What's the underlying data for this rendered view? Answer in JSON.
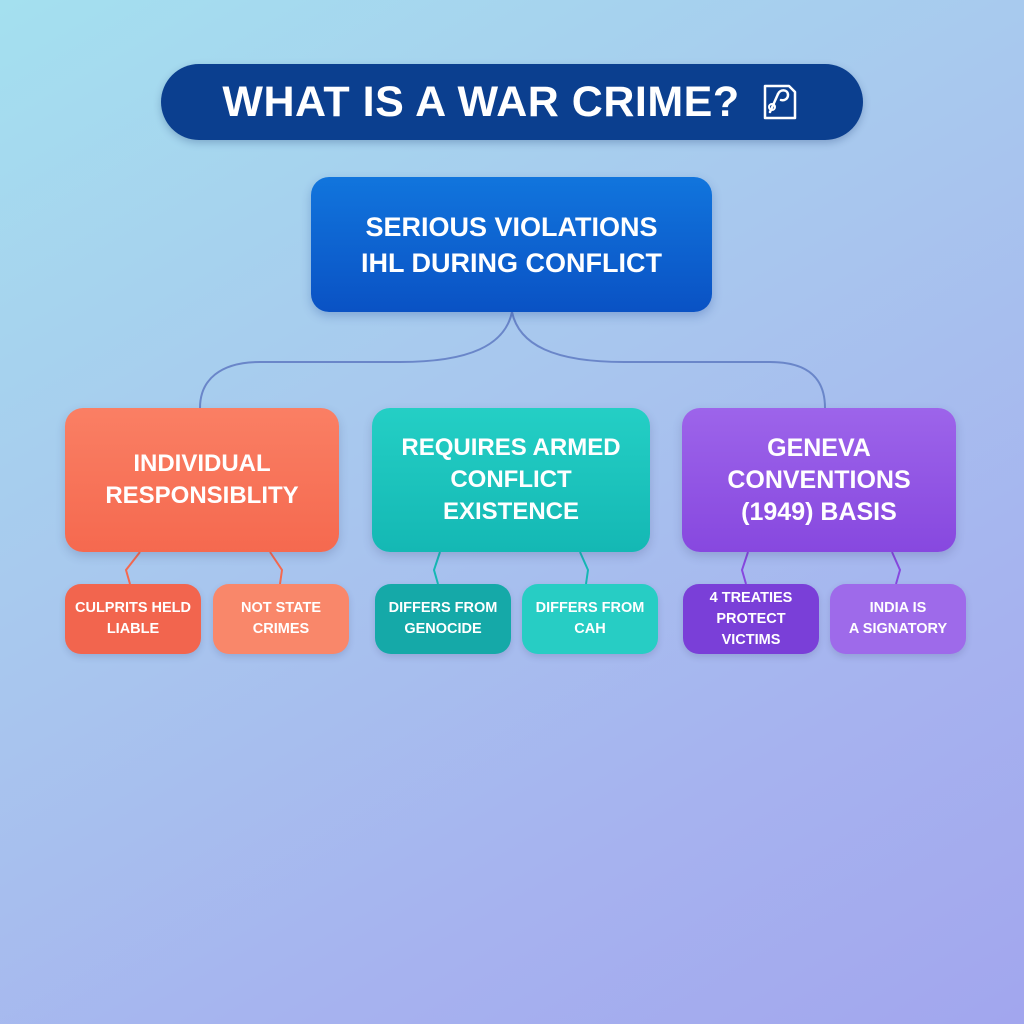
{
  "title": {
    "text": "WHAT IS A WAR CRIME?",
    "icon": "document-pen-icon"
  },
  "root": {
    "text": "SERIOUS VIOLATIONS\nIHL DURING CONFLICT"
  },
  "branches": [
    {
      "text": "INDIVIDUAL\nRESPONSIBLITY",
      "leaves": [
        "CULPRITS HELD\nLIABLE",
        "NOT STATE\nCRIMES"
      ]
    },
    {
      "text": "REQUIRES ARMED\nCONFLICT EXISTENCE",
      "leaves": [
        "DIFFERS FROM\nGENOCIDE",
        "DIFFERS FROM\nCAH"
      ]
    },
    {
      "text": "GENEVA\nCONVENTIONS\n(1949) BASIS",
      "leaves": [
        "4 TREATIES\nPROTECT VICTIMS",
        "INDIA IS\nA SIGNATORY"
      ]
    }
  ],
  "colors": {
    "title_bg": "#0b3f8f",
    "root_bg": "#0a52c4",
    "branch_1": "#f5694f",
    "branch_2": "#14b8b4",
    "branch_3": "#8748df",
    "connector_root": "#6a86c9"
  }
}
